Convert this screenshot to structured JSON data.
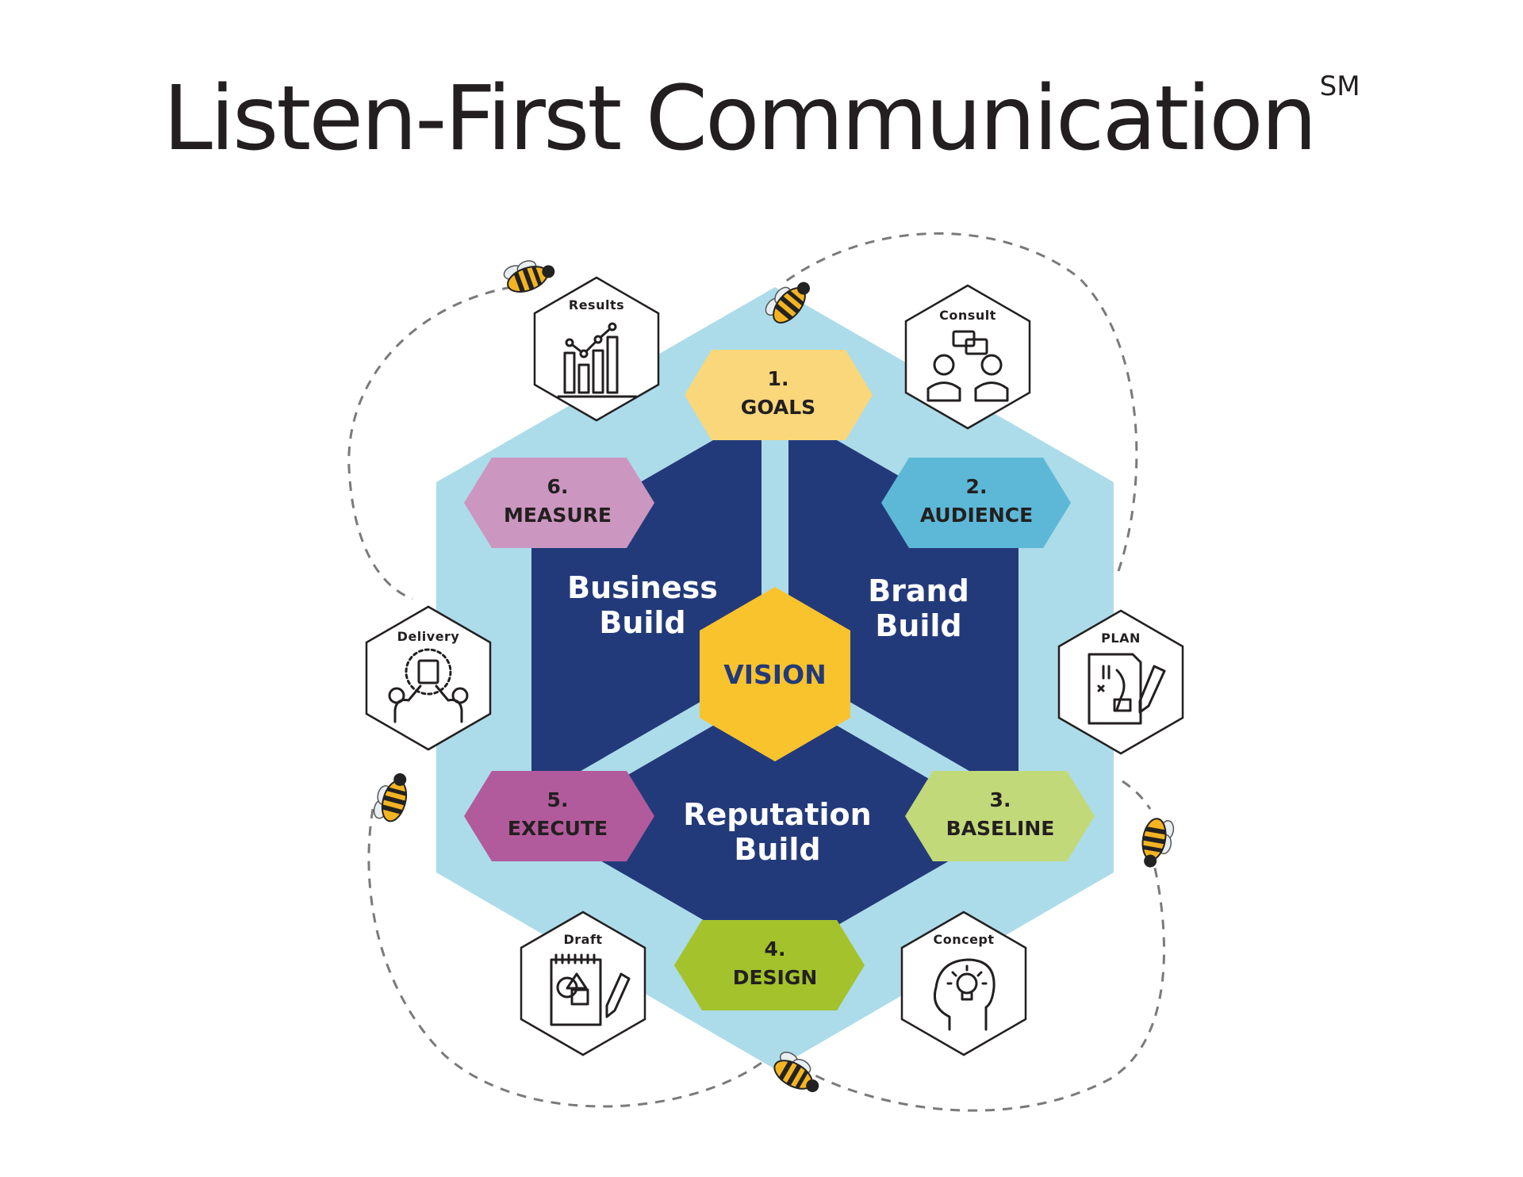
{
  "title": "Listen-First Communication",
  "title_mark": "SM",
  "colors": {
    "outer": "#acdce9",
    "inner": "#233a7a",
    "vision": "#f9c32d",
    "goals": "#f9d77a",
    "audience": "#5cb8d6",
    "baseline": "#c2d979",
    "design": "#a3c22b",
    "execute": "#b25b9c",
    "measure": "#cb96c0"
  },
  "center": {
    "label": "VISION"
  },
  "regions": {
    "business": [
      "Business",
      "Build"
    ],
    "brand": [
      "Brand",
      "Build"
    ],
    "reputation": [
      "Reputation",
      "Build"
    ]
  },
  "steps": [
    {
      "num": "1.",
      "label": "GOALS"
    },
    {
      "num": "2.",
      "label": "AUDIENCE"
    },
    {
      "num": "3.",
      "label": "BASELINE"
    },
    {
      "num": "4.",
      "label": "DESIGN"
    },
    {
      "num": "5.",
      "label": "EXECUTE"
    },
    {
      "num": "6.",
      "label": "MEASURE"
    }
  ],
  "icons": [
    {
      "label": "Results",
      "icon": "bar-chart-icon"
    },
    {
      "label": "Consult",
      "icon": "consult-people-icon"
    },
    {
      "label": "PLAN",
      "icon": "plan-icon"
    },
    {
      "label": "Concept",
      "icon": "lightbulb-head-icon"
    },
    {
      "label": "Draft",
      "icon": "sketchpad-icon"
    },
    {
      "label": "Delivery",
      "icon": "delivery-icon"
    }
  ]
}
